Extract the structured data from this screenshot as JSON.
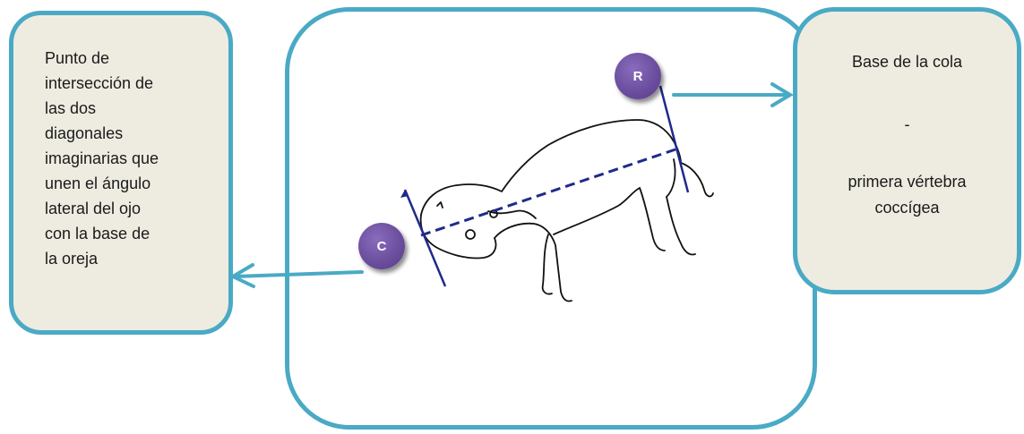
{
  "left_box": {
    "lines": [
      "Punto de",
      "intersección de",
      "las dos",
      "diagonales",
      "imaginarias que",
      "unen el ángulo",
      "lateral del ojo",
      "con la base de",
      "la oreja"
    ]
  },
  "right_box": {
    "lines": [
      "Base de la cola",
      "-",
      "primera vértebra",
      "coccígea"
    ]
  },
  "badges": {
    "c": "C",
    "r": "R"
  },
  "colors": {
    "box_border": "#4aaac5",
    "box_fill": "#eeece1",
    "measure_line": "#1f2a8c",
    "badge": "#6a4c9c"
  }
}
